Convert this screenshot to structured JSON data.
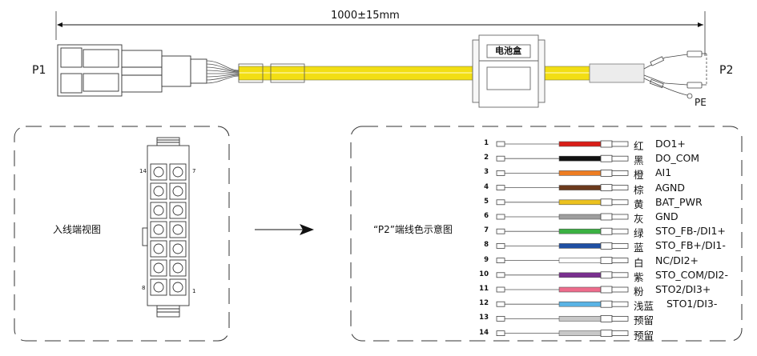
{
  "cable": {
    "length_label": "1000±15mm",
    "p1_label": "P1",
    "p2_label": "P2",
    "pe_label": "PE",
    "battery_box_label": "电池盒"
  },
  "left_panel": {
    "title": "入线端视图",
    "pin_top_left": "14",
    "pin_top_right": "7",
    "pin_bottom_left": "8",
    "pin_bottom_right": "1"
  },
  "right_panel": {
    "title": "“P2”端线色示意图"
  },
  "wires": [
    {
      "num": "1",
      "color_name": "红",
      "signal": "DO1+",
      "hex": "#d91e18"
    },
    {
      "num": "2",
      "color_name": "黑",
      "signal": "DO_COM",
      "hex": "#111111"
    },
    {
      "num": "3",
      "color_name": "橙",
      "signal": "AI1",
      "hex": "#ee7d22"
    },
    {
      "num": "4",
      "color_name": "棕",
      "signal": "AGND",
      "hex": "#6b3a1d"
    },
    {
      "num": "5",
      "color_name": "黄",
      "signal": "BAT_PWR",
      "hex": "#ecc21f"
    },
    {
      "num": "6",
      "color_name": "灰",
      "signal": "GND",
      "hex": "#9e9e9e"
    },
    {
      "num": "7",
      "color_name": "绿",
      "signal": "STO_FB-/DI1+",
      "hex": "#3bb143"
    },
    {
      "num": "8",
      "color_name": "蓝",
      "signal": "STO_FB+/DI1-",
      "hex": "#1e4fa3"
    },
    {
      "num": "9",
      "color_name": "白",
      "signal": "NC/DI2+",
      "hex": "#ffffff"
    },
    {
      "num": "10",
      "color_name": "紫",
      "signal": "STO_COM/DI2-",
      "hex": "#7a2f8f"
    },
    {
      "num": "11",
      "color_name": "粉",
      "signal": "STO2/DI3+",
      "hex": "#ee6c8c"
    },
    {
      "num": "12",
      "color_name": "浅蓝",
      "signal": "STO1/DI3-",
      "hex": "#5ab4e5"
    },
    {
      "num": "13",
      "color_name": "预留",
      "signal": "",
      "hex": "#c8c8c8"
    },
    {
      "num": "14",
      "color_name": "预留",
      "signal": "",
      "hex": "#c8c8c8"
    }
  ]
}
